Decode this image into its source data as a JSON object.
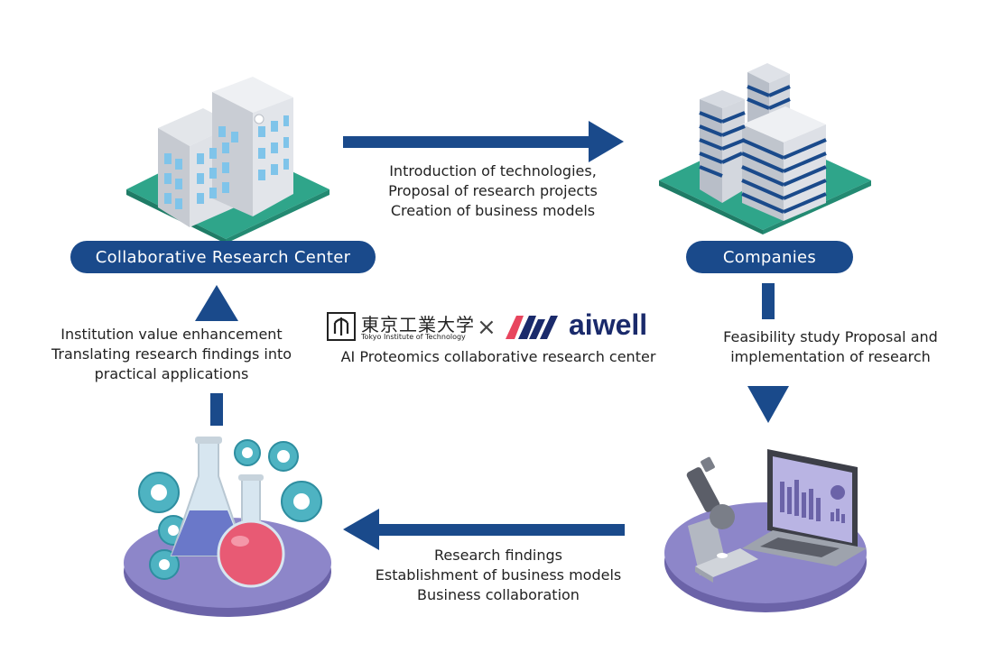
{
  "nodes": {
    "research_center": {
      "label": "Collaborative Research Center"
    },
    "companies": {
      "label": "Companies"
    }
  },
  "edges": {
    "top": {
      "lines": [
        "Introduction of technologies,",
        "Proposal of research projects",
        "Creation of business models"
      ]
    },
    "right": {
      "lines": [
        "Feasibility study Proposal and",
        "implementation of research"
      ]
    },
    "bottom": {
      "lines": [
        "Research findings",
        "Establishment of business models",
        "Business collaboration"
      ]
    },
    "left": {
      "lines": [
        "Institution value enhancement",
        "Translating research findings into",
        "practical applications"
      ]
    }
  },
  "center": {
    "university_name_jp": "東京工業大学",
    "university_name_en": "Tokyo Institute of Technology",
    "separator": "×",
    "partner_name": "aiwell",
    "subtitle": "AI Proteomics collaborative research center"
  },
  "colors": {
    "navy": "#1a4a8b",
    "teal": "#2fa58a",
    "purple_platform": "#8d86c9",
    "pink_accent": "#e8455e"
  },
  "icons": [
    "university-building-icon",
    "company-towers-icon",
    "microscope-laptop-icon",
    "lab-flasks-gears-icon",
    "university-seal-icon",
    "aiwell-logo-icon"
  ]
}
